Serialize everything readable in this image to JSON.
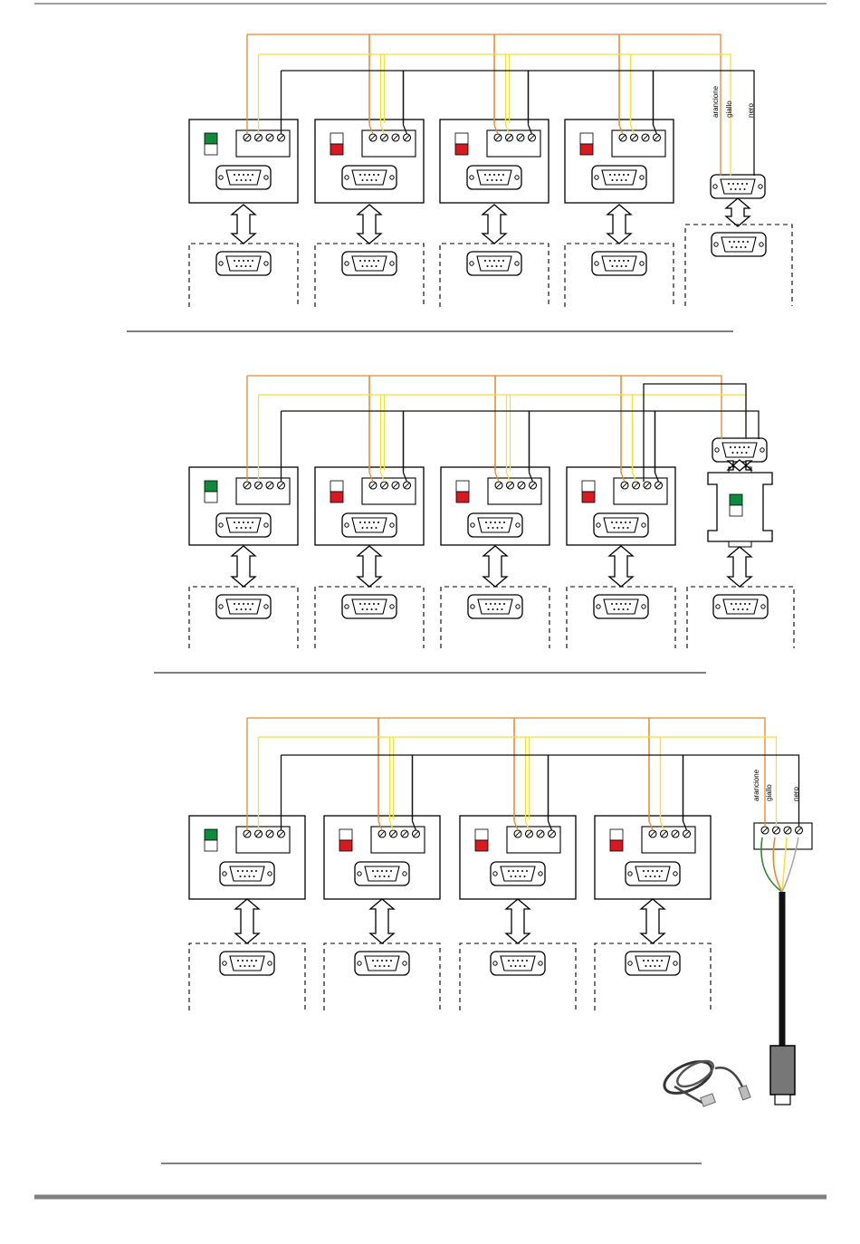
{
  "colors": {
    "orange": "#E8892A",
    "yellow": "#F2E23A",
    "black": "#111111",
    "led_green": "#0E8A3C",
    "led_red": "#D81920",
    "green_wire": "#2E8B2E",
    "rule": "#808080"
  },
  "wire_labels": {
    "orange": "arancione",
    "yellow": "giallo",
    "black": "nero"
  },
  "diagrams": [
    {
      "id": "rs485-db9-connector",
      "first_device_led": "green",
      "other_devices_led": "red",
      "device_count": 4
    },
    {
      "id": "rs485-db9-adapter",
      "first_device_led": "green",
      "other_devices_led": "red",
      "device_count": 4,
      "adapter_led": "green"
    },
    {
      "id": "rs485-usb-cable",
      "first_device_led": "green",
      "other_devices_led": "red",
      "device_count": 4
    }
  ],
  "icons": {
    "terminal": "screw-terminal-icon",
    "db9": "db9-connector-icon",
    "arrow": "double-arrow-icon",
    "cable": "usb-cable-icon"
  }
}
